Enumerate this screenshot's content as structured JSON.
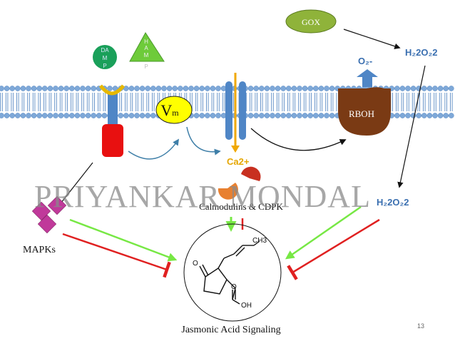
{
  "slide": {
    "page_number": "13",
    "watermark": "PRIYANKAR MONDAL"
  },
  "labels": {
    "gox": "GOX",
    "h2o2_top": "H₂2O₂2",
    "h2o2_right": "H₂2O₂2",
    "o2_minus": "O₂-",
    "rboh": "RBOH",
    "vm_main": "V",
    "vm_sub": "m",
    "ca2": "Ca2+",
    "calmodulins": "Calmodulins & CDPK",
    "mapks": "MAPKs",
    "jasmonic": "Jasmonic Acid Signaling",
    "damp_lines": [
      "DA",
      "M",
      "P"
    ],
    "hamp_lines": [
      "H",
      "A",
      "M",
      "P"
    ],
    "molecule_ch3": "CH3",
    "molecule_o": "O",
    "molecule_o2": "O",
    "molecule_oh": "OH"
  },
  "colors": {
    "membrane_blue": "#7ea8d8",
    "membrane_dark": "#5b8bc4",
    "gox_fill": "#8fb33a",
    "damp_fill": "#1aa05a",
    "hamp_fill": "#6ecb3a",
    "vm_fill": "#ffff00",
    "rboh_fill": "#7a3a14",
    "receptor_red": "#e81010",
    "receptor_blue": "#4f86c6",
    "receptor_yellow": "#e6b800",
    "mapk_fill": "#c0399a",
    "ca_channel": "#4f86c6",
    "ca_arrow": "#f0a800",
    "cam_orange": "#e88030",
    "cam_red": "#c83020",
    "activate_green": "#77e844",
    "inhibit_red": "#e02020",
    "h2o2_blue": "#3a6fb0",
    "ca_text": "#e5a600"
  }
}
